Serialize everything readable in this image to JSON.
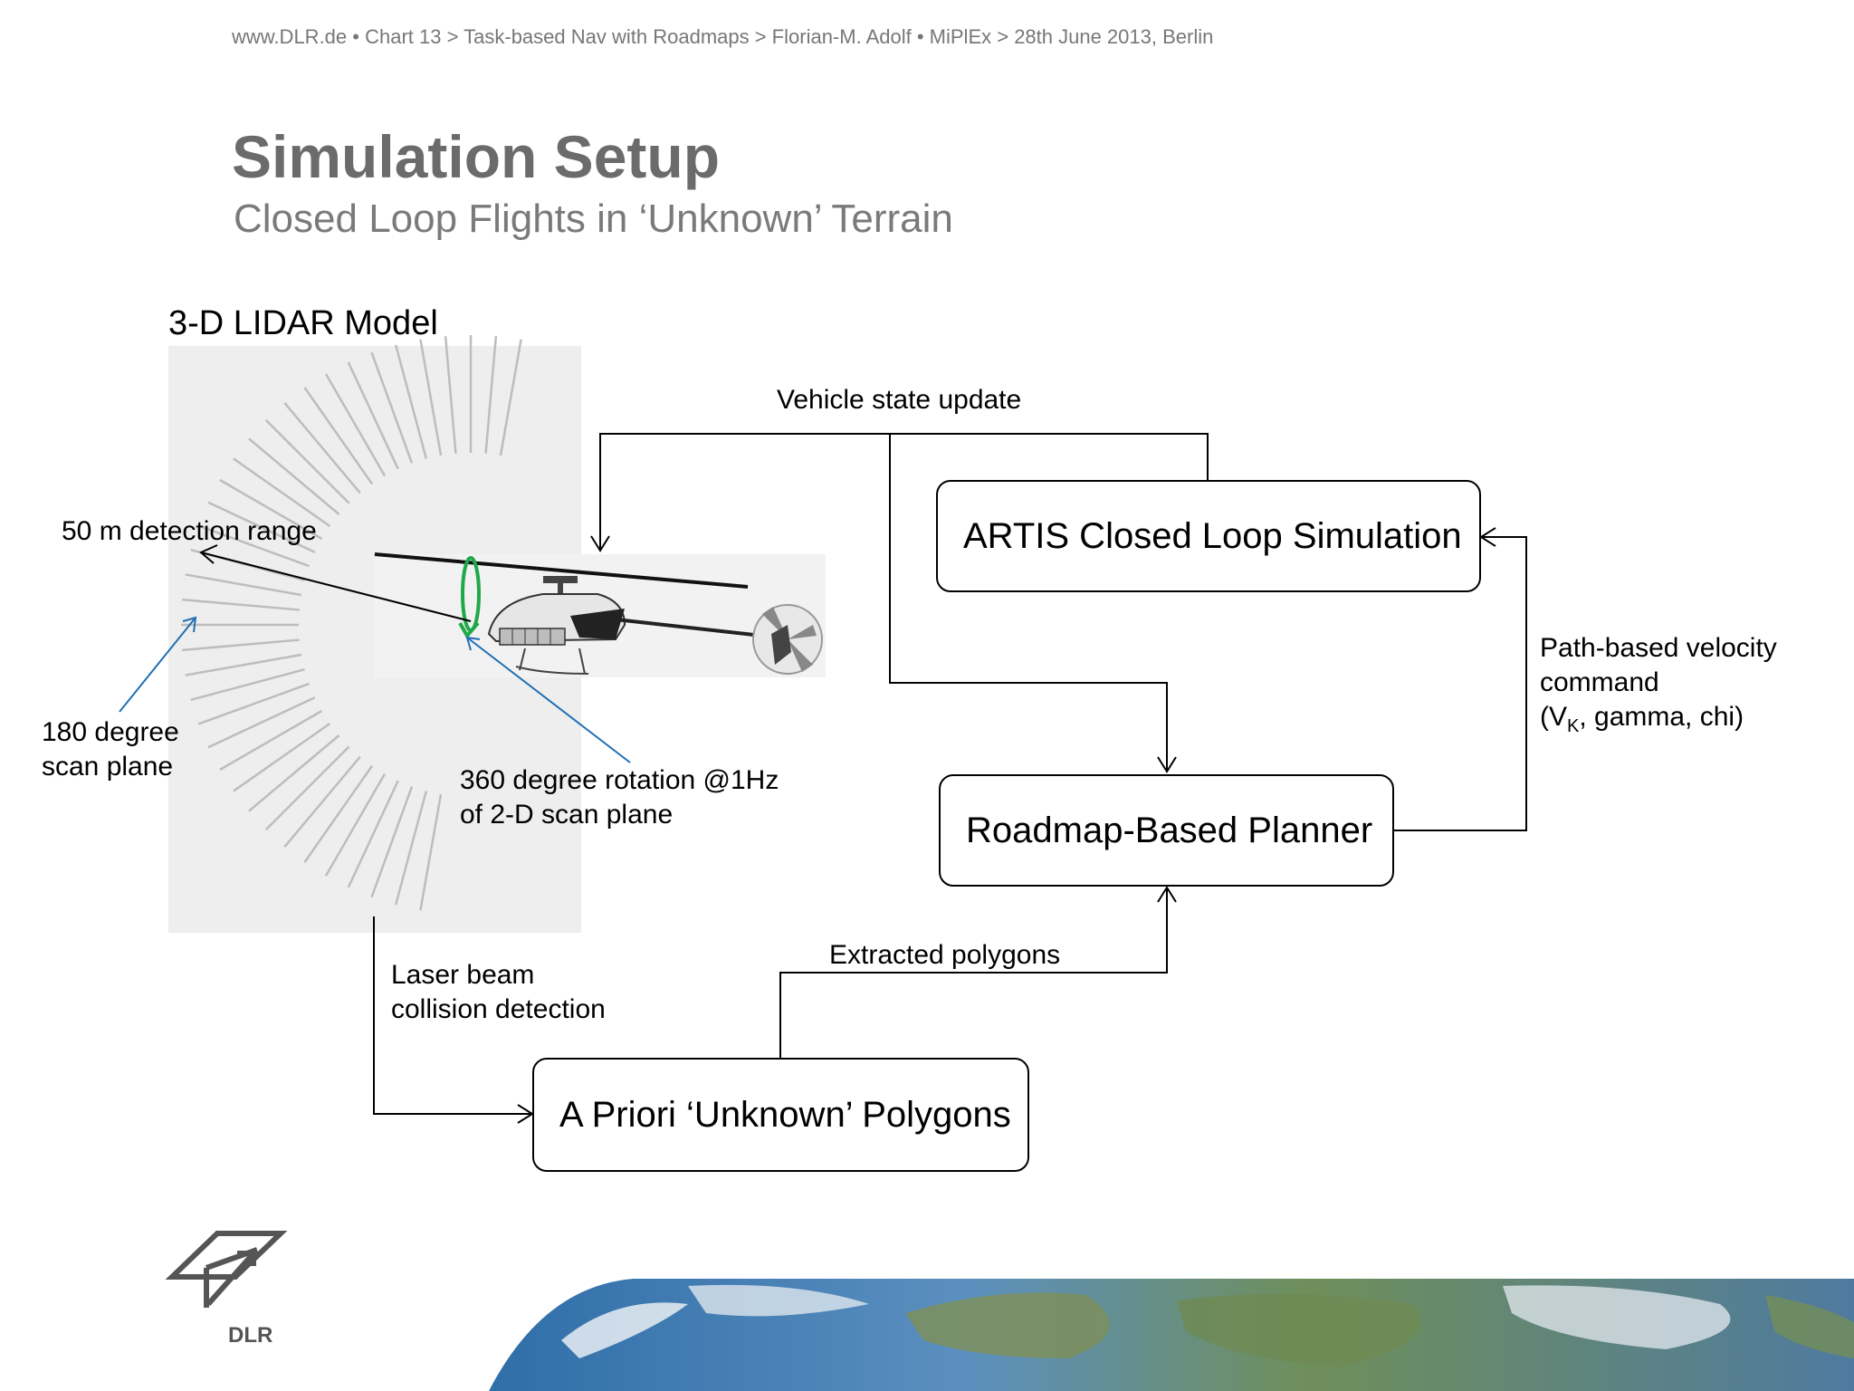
{
  "header": {
    "line": "www.DLR.de  •  Chart 13  > Task-based Nav with Roadmaps > Florian-M. Adolf • MiPlEx > 28th June 2013, Berlin"
  },
  "slide": {
    "title": "Simulation Setup",
    "subtitle": "Closed Loop Flights in ‘Unknown’ Terrain"
  },
  "lidar": {
    "title": "3-D LIDAR Model",
    "label_range": "50 m detection range",
    "label_scan_plane_1": "180 degree",
    "label_scan_plane_2": "scan plane",
    "label_rotation_1": "360 degree rotation @1Hz",
    "label_rotation_2": "of 2-D scan plane"
  },
  "diagram": {
    "box_artis": "ARTIS Closed Loop Simulation",
    "box_planner": "Roadmap-Based Planner",
    "box_polygons": "A Priori ‘Unknown’ Polygons",
    "label_vehicle_state": "Vehicle state update",
    "label_velocity_1": "Path-based velocity",
    "label_velocity_2": "command",
    "label_velocity_3_prefix": "(V",
    "label_velocity_3_sub": "K",
    "label_velocity_3_suffix": ", gamma, chi)",
    "label_extracted": "Extracted polygons",
    "label_laser_1": "Laser beam",
    "label_laser_2": "collision detection"
  },
  "footer": {
    "logo_text": "DLR"
  },
  "colors": {
    "title_gray": "#6b6b6b",
    "scan_gray": "#bdbdbd",
    "panel_bg": "#eeeeee",
    "annotation_blue": "#1f6fb5",
    "rotation_green": "#1fa84a"
  }
}
